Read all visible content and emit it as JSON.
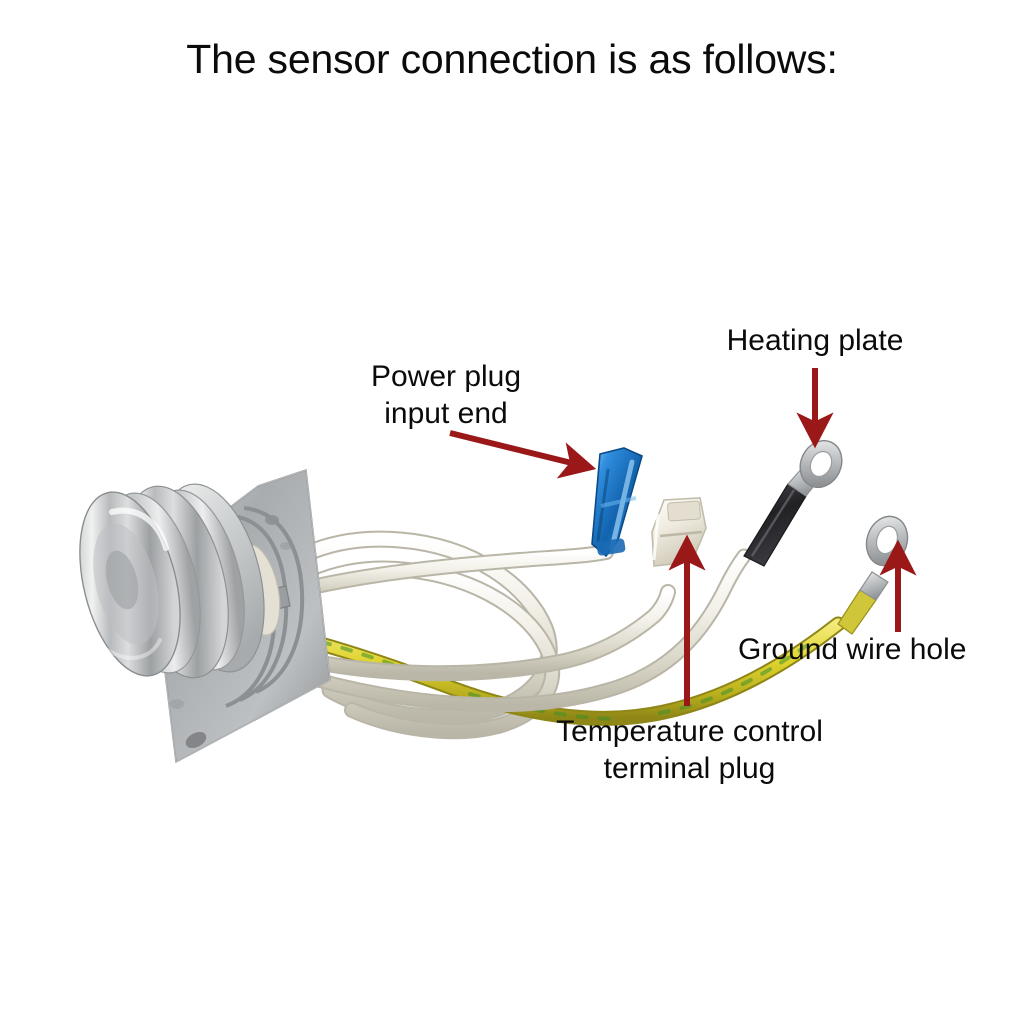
{
  "page": {
    "background_color": "#ffffff",
    "title": "The sensor connection is as follows:"
  },
  "callouts": [
    {
      "id": "power-plug",
      "line1": "Power plug",
      "line2": "input end",
      "arrow": "diagonal-down-right",
      "arrow_color": "#9b1818",
      "points_to": "blue-spade-connector"
    },
    {
      "id": "heating-plate",
      "line1": "Heating plate",
      "line2": "",
      "arrow": "straight-down",
      "arrow_color": "#9b1818",
      "points_to": "black-wire-ring-terminal"
    },
    {
      "id": "temperature-control",
      "line1": "Temperature control",
      "line2": "terminal plug",
      "arrow": "straight-up",
      "arrow_color": "#9b1818",
      "points_to": "white-nylon-terminal-plug"
    },
    {
      "id": "ground-wire-hole",
      "line1": "Ground wire hole",
      "line2": "",
      "arrow": "straight-up",
      "arrow_color": "#9b1818",
      "points_to": "yellow-green-wire-ring-terminal"
    }
  ],
  "product": {
    "name": "thermostat sensor assembly",
    "parts": [
      {
        "id": "sensor-cap",
        "label": "aluminium sensor cap",
        "color": "#cfd1d2"
      },
      {
        "id": "mounting-bracket",
        "label": "metal mounting bracket plate",
        "color": "#a7aaac"
      },
      {
        "id": "spring-cage",
        "label": "spring retainer cage",
        "color": "#9a9c9d"
      },
      {
        "id": "lead-wires",
        "label": "braided fiberglass lead wires",
        "color": "#ece9df"
      },
      {
        "id": "ground-wire",
        "label": "yellow-green ground wire",
        "color": "#d9cf3a"
      },
      {
        "id": "blue-spade",
        "label": "blue insulated spade connector",
        "color": "#1f7fd4"
      },
      {
        "id": "white-plug",
        "label": "white nylon terminal plug",
        "color": "#f2efe6"
      },
      {
        "id": "black-sleeve",
        "label": "black heat-shrink sleeve",
        "color": "#2b2b2e"
      },
      {
        "id": "ring-terminal-1",
        "label": "heating plate ring terminal",
        "color": "#c3c5c6"
      },
      {
        "id": "ring-terminal-2",
        "label": "ground wire ring terminal",
        "color": "#c3c5c6"
      }
    ]
  }
}
